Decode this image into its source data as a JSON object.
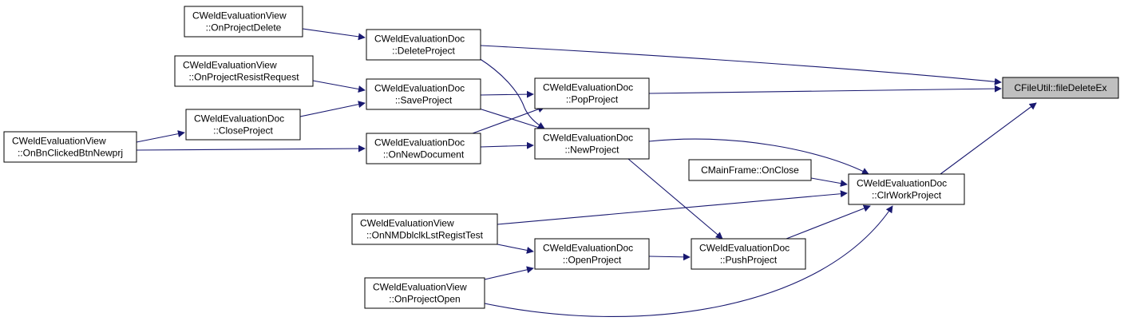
{
  "colors": {
    "edge": "#191970",
    "node_border": "#000000",
    "node_fill": "#ffffff",
    "highlight_fill": "#bfbfbf",
    "text": "#000000"
  },
  "diagram": {
    "type": "call-graph",
    "nodes": [
      {
        "id": "fileDeleteEx",
        "lines": [
          "CFileUtil::fileDeleteEx"
        ],
        "highlighted": true
      },
      {
        "id": "onProjectDelete",
        "lines": [
          "CWeldEvaluationView",
          "::OnProjectDelete"
        ]
      },
      {
        "id": "deleteProject",
        "lines": [
          "CWeldEvaluationDoc",
          "::DeleteProject"
        ]
      },
      {
        "id": "onProjectResistRequest",
        "lines": [
          "CWeldEvaluationView",
          "::OnProjectResistRequest"
        ]
      },
      {
        "id": "saveProject",
        "lines": [
          "CWeldEvaluationDoc",
          "::SaveProject"
        ]
      },
      {
        "id": "popProject",
        "lines": [
          "CWeldEvaluationDoc",
          "::PopProject"
        ]
      },
      {
        "id": "closeProject",
        "lines": [
          "CWeldEvaluationDoc",
          "::CloseProject"
        ]
      },
      {
        "id": "onBnClickedBtnNewprj",
        "lines": [
          "CWeldEvaluationView",
          "::OnBnClickedBtnNewprj"
        ]
      },
      {
        "id": "onNewDocument",
        "lines": [
          "CWeldEvaluationDoc",
          "::OnNewDocument"
        ]
      },
      {
        "id": "newProject",
        "lines": [
          "CWeldEvaluationDoc",
          "::NewProject"
        ]
      },
      {
        "id": "onClose",
        "lines": [
          "CMainFrame::OnClose"
        ]
      },
      {
        "id": "clrWorkProject",
        "lines": [
          "CWeldEvaluationDoc",
          "::ClrWorkProject"
        ]
      },
      {
        "id": "onNMDblclkLstRegistTest",
        "lines": [
          "CWeldEvaluationView",
          "::OnNMDblclkLstRegistTest"
        ]
      },
      {
        "id": "openProject",
        "lines": [
          "CWeldEvaluationDoc",
          "::OpenProject"
        ]
      },
      {
        "id": "pushProject",
        "lines": [
          "CWeldEvaluationDoc",
          "::PushProject"
        ]
      },
      {
        "id": "onProjectOpen",
        "lines": [
          "CWeldEvaluationView",
          "::OnProjectOpen"
        ]
      }
    ],
    "edges": [
      {
        "from": "onProjectDelete",
        "to": "deleteProject"
      },
      {
        "from": "deleteProject",
        "to": "fileDeleteEx"
      },
      {
        "from": "deleteProject",
        "to": "newProject"
      },
      {
        "from": "onProjectResistRequest",
        "to": "saveProject"
      },
      {
        "from": "saveProject",
        "to": "popProject"
      },
      {
        "from": "saveProject",
        "to": "newProject"
      },
      {
        "from": "closeProject",
        "to": "saveProject"
      },
      {
        "from": "onBnClickedBtnNewprj",
        "to": "closeProject"
      },
      {
        "from": "onBnClickedBtnNewprj",
        "to": "onNewDocument"
      },
      {
        "from": "onNewDocument",
        "to": "popProject"
      },
      {
        "from": "onNewDocument",
        "to": "newProject"
      },
      {
        "from": "popProject",
        "to": "fileDeleteEx"
      },
      {
        "from": "newProject",
        "to": "clrWorkProject"
      },
      {
        "from": "newProject",
        "to": "pushProject"
      },
      {
        "from": "onClose",
        "to": "clrWorkProject"
      },
      {
        "from": "clrWorkProject",
        "to": "fileDeleteEx"
      },
      {
        "from": "onNMDblclkLstRegistTest",
        "to": "clrWorkProject"
      },
      {
        "from": "onNMDblclkLstRegistTest",
        "to": "openProject"
      },
      {
        "from": "openProject",
        "to": "pushProject"
      },
      {
        "from": "pushProject",
        "to": "clrWorkProject"
      },
      {
        "from": "onProjectOpen",
        "to": "openProject"
      },
      {
        "from": "onProjectOpen",
        "to": "clrWorkProject"
      }
    ]
  }
}
